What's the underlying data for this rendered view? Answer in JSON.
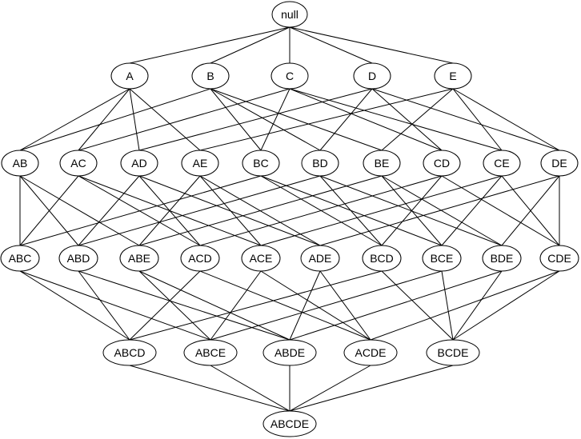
{
  "diagram": {
    "type": "itemset-lattice",
    "levels": [
      [
        "null"
      ],
      [
        "A",
        "B",
        "C",
        "D",
        "E"
      ],
      [
        "AB",
        "AC",
        "AD",
        "AE",
        "BC",
        "BD",
        "BE",
        "CD",
        "CE",
        "DE"
      ],
      [
        "ABC",
        "ABD",
        "ABE",
        "ACD",
        "ACE",
        "ADE",
        "BCD",
        "BCE",
        "BDE",
        "CDE"
      ],
      [
        "ABCD",
        "ABCE",
        "ABDE",
        "ACDE",
        "BCDE"
      ],
      [
        "ABCDE"
      ]
    ],
    "edge_rule": "subset-superset",
    "colors": {
      "stroke": "#000000",
      "fill": "#ffffff",
      "text": "#000000"
    }
  }
}
